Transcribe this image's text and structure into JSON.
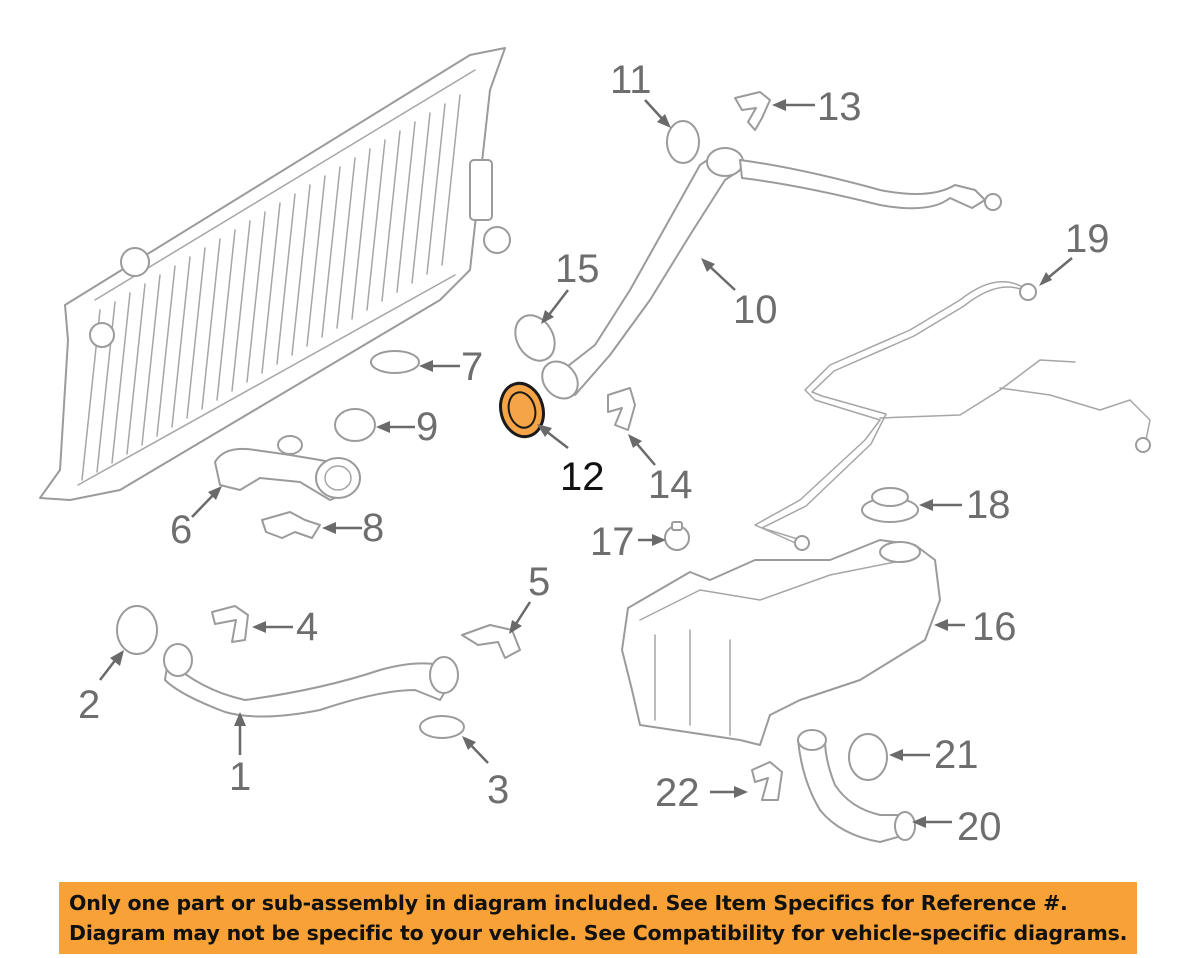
{
  "callouts": [
    {
      "id": "1",
      "text": "1"
    },
    {
      "id": "2",
      "text": "2"
    },
    {
      "id": "3",
      "text": "3"
    },
    {
      "id": "4",
      "text": "4"
    },
    {
      "id": "5",
      "text": "5"
    },
    {
      "id": "6",
      "text": "6"
    },
    {
      "id": "7",
      "text": "7"
    },
    {
      "id": "8",
      "text": "8"
    },
    {
      "id": "9",
      "text": "9"
    },
    {
      "id": "10",
      "text": "10"
    },
    {
      "id": "11",
      "text": "11"
    },
    {
      "id": "12",
      "text": "12",
      "highlighted": true
    },
    {
      "id": "13",
      "text": "13"
    },
    {
      "id": "14",
      "text": "14"
    },
    {
      "id": "15",
      "text": "15"
    },
    {
      "id": "16",
      "text": "16"
    },
    {
      "id": "17",
      "text": "17"
    },
    {
      "id": "18",
      "text": "18"
    },
    {
      "id": "19",
      "text": "19"
    },
    {
      "id": "20",
      "text": "20"
    },
    {
      "id": "21",
      "text": "21"
    },
    {
      "id": "22",
      "text": "22"
    }
  ],
  "disclaimer": {
    "line1": "Only one part or sub-assembly in diagram included. See Item Specifics for Reference #.",
    "line2": "Diagram may not be specific to your vehicle. See Compatibility for vehicle-specific diagrams."
  },
  "colors": {
    "banner": "#f7a136",
    "highlight": "#f5a547",
    "line_art": "#9b9b9b",
    "callout_text": "#6e6e6e"
  }
}
